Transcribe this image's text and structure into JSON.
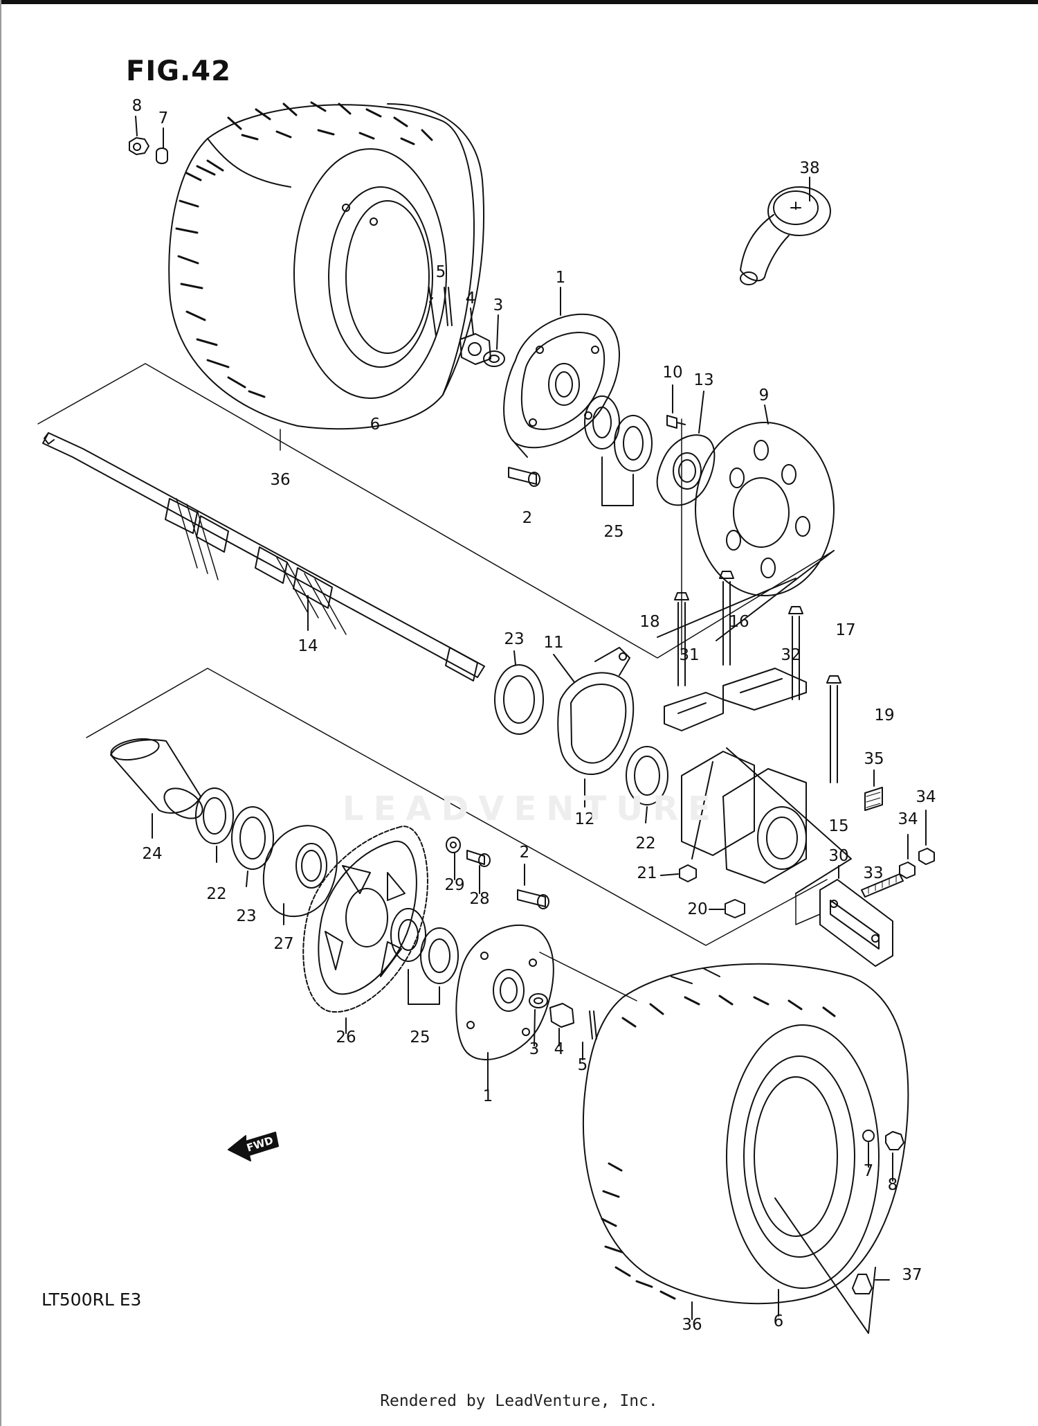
{
  "figure": {
    "title": "FIG.42",
    "model": "LT500RL  E3",
    "fwd_label": "FWD",
    "footer": "Rendered by LeadVenture, Inc.",
    "watermark": "LEADVENTURE"
  },
  "callouts": [
    "1",
    "2",
    "3",
    "4",
    "5",
    "6",
    "7",
    "8",
    "9",
    "10",
    "11",
    "12",
    "13",
    "14",
    "15",
    "16",
    "17",
    "18",
    "19",
    "20",
    "21",
    "22",
    "23",
    "24",
    "25",
    "26",
    "27",
    "28",
    "29",
    "30",
    "31",
    "32",
    "33",
    "34",
    "35",
    "36",
    "37",
    "38"
  ],
  "colors": {
    "ink": "#111111",
    "paper": "#ffffff"
  }
}
